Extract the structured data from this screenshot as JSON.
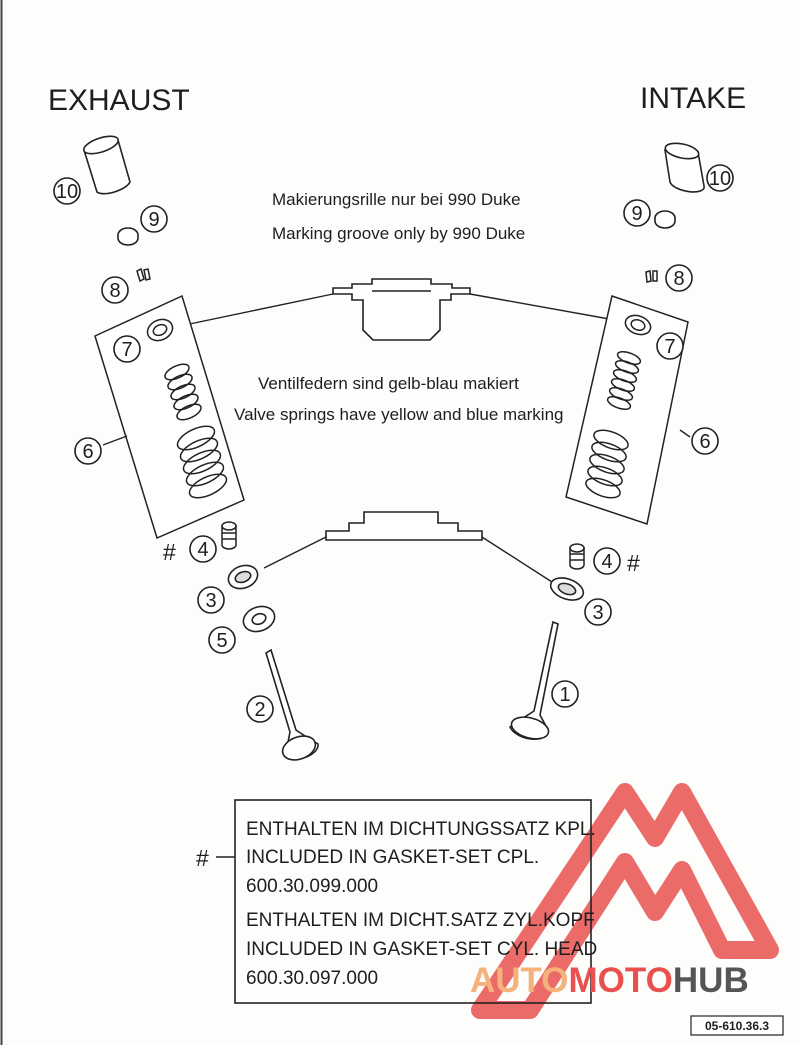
{
  "headers": {
    "left": "EXHAUST",
    "right": "INTAKE"
  },
  "notes": {
    "retainer_de": "Makierungsrille nur bei 990 Duke",
    "retainer_en": "Marking groove only by 990 Duke",
    "spring_de": "Ventilfedern sind gelb-blau makiert",
    "spring_en": "Valve springs have yellow and blue marking"
  },
  "callouts": {
    "exhaust": {
      "c10": "10",
      "c9": "9",
      "c8": "8",
      "c7": "7",
      "c6": "6",
      "c4": "4",
      "c3": "3",
      "c5": "5",
      "c2": "2",
      "hash": "#"
    },
    "intake": {
      "c10": "10",
      "c9": "9",
      "c8": "8",
      "c7": "7",
      "c6": "6",
      "c4": "4",
      "c3": "3",
      "c1": "1",
      "hash": "#"
    }
  },
  "legend": {
    "marker": "#",
    "lines": [
      "ENTHALTEN IM DICHTUNGSSATZ KPL.",
      "INCLUDED IN GASKET-SET CPL.",
      "600.30.099.000",
      "ENTHALTEN IM DICHT.SATZ ZYL.KOPF",
      "INCLUDED IN GASKET-SET CYL. HEAD",
      "600.30.097.000"
    ]
  },
  "watermark": {
    "part1": "AUTO",
    "part2": "MOTO",
    "part3": "HUB"
  },
  "doc_code": "05-610.36.3",
  "colors": {
    "ink": "#1e1e1e",
    "watermark_red": "#e8514f",
    "watermark_orange": "#f5b27a",
    "watermark_dark": "#555555"
  }
}
